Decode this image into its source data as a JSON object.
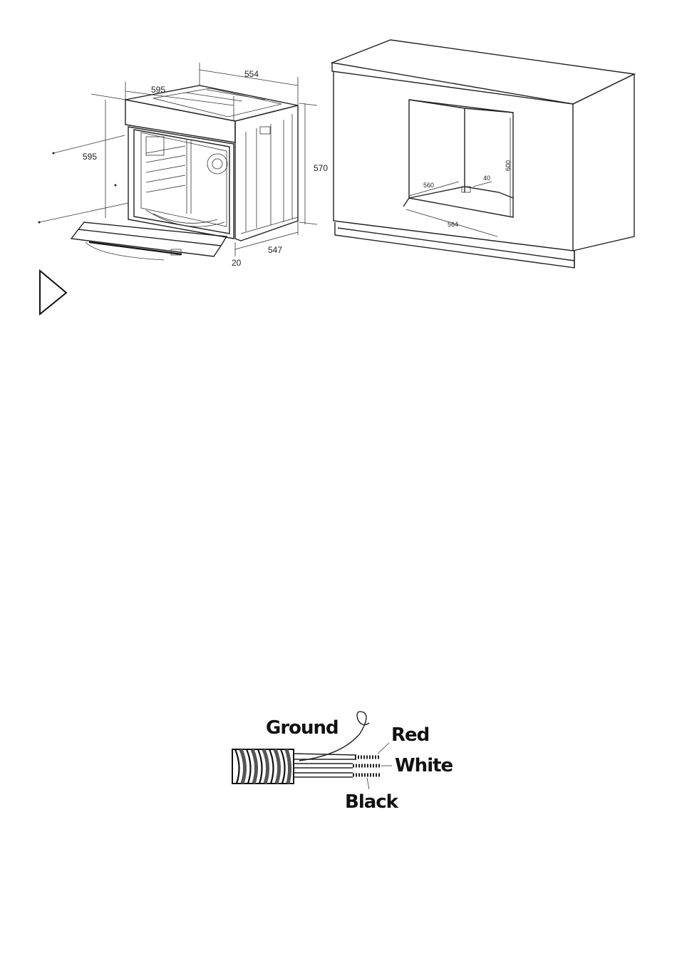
{
  "oven_diagram": {
    "dimensions": {
      "width_top": "554",
      "front_width": "595",
      "front_height": "595",
      "height": "570",
      "depth": "547",
      "door_gap": "20"
    }
  },
  "cabinet_diagram": {
    "dimensions": {
      "opening_depth": "560",
      "rear_gap": "40",
      "opening_height": "600",
      "opening_width": "564"
    }
  },
  "wiring_diagram": {
    "labels": {
      "ground": "Ground",
      "red": "Red",
      "white": "White",
      "black": "Black"
    }
  }
}
